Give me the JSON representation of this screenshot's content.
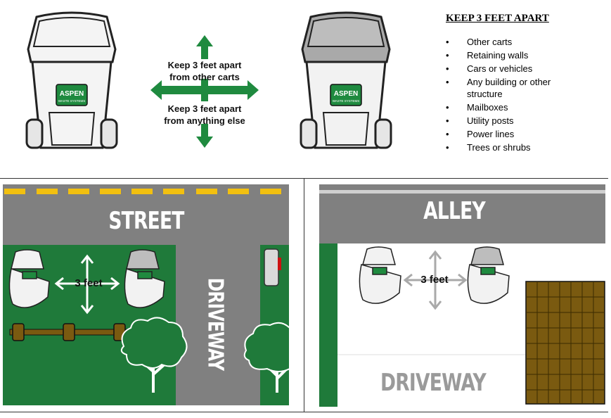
{
  "top": {
    "arrow_text_1": "Keep 3 feet apart",
    "arrow_text_2": "from other carts",
    "arrow_text_3": "Keep 3 feet apart",
    "arrow_text_4": "from anything else",
    "cart_brand": "ASPEN",
    "cart_sub": "WASTE SYSTEMS"
  },
  "legend": {
    "title": "KEEP 3 FEET APART",
    "items": [
      "Other carts",
      "Retaining walls",
      "Cars or vehicles",
      "Any building or other structure",
      "Mailboxes",
      "Utility posts",
      "Power lines",
      "Trees or shrubs"
    ]
  },
  "street_panel": {
    "street_label": "STREET",
    "driveway_label": "DRIVEWAY",
    "distance_label": "3 feet"
  },
  "alley_panel": {
    "alley_label": "ALLEY",
    "driveway_label": "DRIVEWAY",
    "distance_label": "3 feet"
  },
  "colors": {
    "green": "#1f7a3a",
    "arrow_green": "#1f8a3f",
    "gray": "#808080",
    "brick": "#7a5a10"
  }
}
